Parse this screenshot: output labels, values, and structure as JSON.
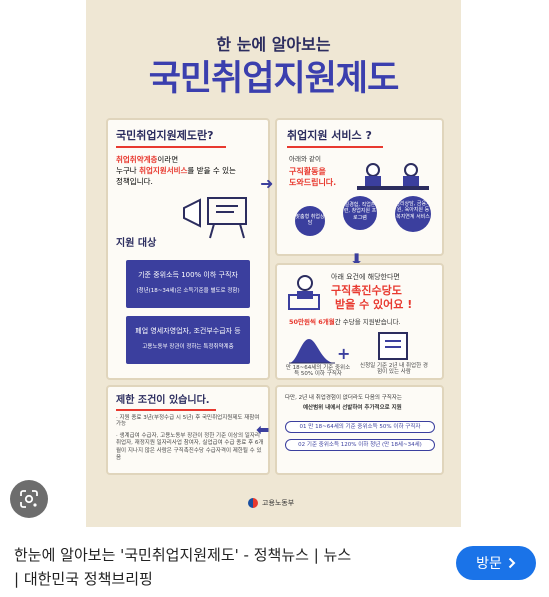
{
  "poster": {
    "subtitle": "한 눈에 알아보는",
    "title": "국민취업지원제도",
    "box1": {
      "heading": "국민취업지원제도란?",
      "line1_red": "취업취약계층",
      "line1_rest": "이라면",
      "line2_pre": "누구나 ",
      "line2_red": "취업지원서비스",
      "line2_rest": "를 받을 수 있는",
      "line3": "정책입니다.",
      "target_heading": "지원 대상",
      "target1_main": "기준 중위소득 100% 이하 구직자",
      "target1_sub": "(청년(18~34세)은 소득기준을 별도로 정함)",
      "target2_main": "폐업 영세자영업자, 조건부수급자 등",
      "target2_sub": "고용노동부 장관이 정하는 특정취약계층"
    },
    "box2": {
      "heading": "취업지원 서비스 ?",
      "desc1": "아래와 같이",
      "desc2_red": "구직활동을",
      "desc3_red": "도와드립니다.",
      "services": [
        "맞춤형 취업상담",
        "일경험, 직업훈련, 창업지원 프로그램",
        "심리상담, 금융지원, 육아지원 등 복지연계 서비스"
      ]
    },
    "box3": {
      "desc": "아래 요건에 해당한다면",
      "big1": "구직촉진수당도",
      "big2": "받을 수 있어요 !",
      "amount_red": "50만원씩 6개월",
      "amount_rest": "간 수당을 지원받습니다.",
      "cond1": "만 18~64세의 기준 중위소득 50% 이하 구직자",
      "cond2": "신청일 기준 2년 내 취업한 경험이 있는 사람"
    },
    "box4": {
      "heading": "제한 조건이 있습니다.",
      "item1": "· 지원 종료 3년(부정수급 시 5년) 후 국민취업지원제도 재참여 가능",
      "item2": "· 생계급여 수급자, 고용노동부 장관이 정한 기준 이상의 일자리 취업자, 재정지원 일자리사업 참여자, 실업급여 수급 종료 후 6개월이 지나지 않은 사람은 구직촉진수당 수급자격이 제한될 수 있음"
    },
    "box5": {
      "line1": "다만, 2년 내 취업경험이 없더라도 다음의 구직자는",
      "line2": "예산범위 내에서 선발하여 추가적으로 지원",
      "chip1": "01 만 18~64세의 기준 중위소득 50% 이하 구직자",
      "chip2": "02 기준 중위소득 120% 이하 청년 (만 18세~34세)"
    },
    "footer_logo": "고용노동부",
    "colors": {
      "navy": "#3b3f9e",
      "red": "#e8392f",
      "bg": "#efe7d4"
    }
  },
  "caption": {
    "line1": "한눈에 알아보는 '국민취업지원제도' - 정책뉴스 | 뉴스",
    "line2": "| 대한민국 정책브리핑"
  },
  "visit_button": {
    "label": "방문",
    "icon": "chevron-right-icon"
  },
  "lens_button": {
    "icon": "google-lens-icon"
  }
}
